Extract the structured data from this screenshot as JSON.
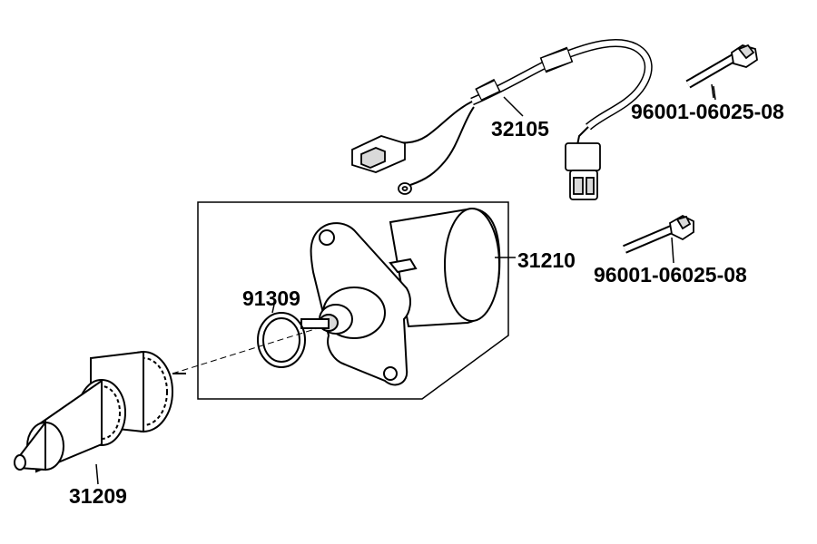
{
  "parts": {
    "wire_harness": {
      "number": "32105"
    },
    "bolt_upper": {
      "number": "96001-06025-08"
    },
    "starter_motor": {
      "number": "31210"
    },
    "bolt_lower": {
      "number": "96001-06025-08"
    },
    "o_ring": {
      "number": "91309"
    },
    "starter_clutch_gear": {
      "number": "31209"
    }
  },
  "colors": {
    "line": "#000000",
    "fill": "#ffffff",
    "shade": "#d9d9d9"
  }
}
